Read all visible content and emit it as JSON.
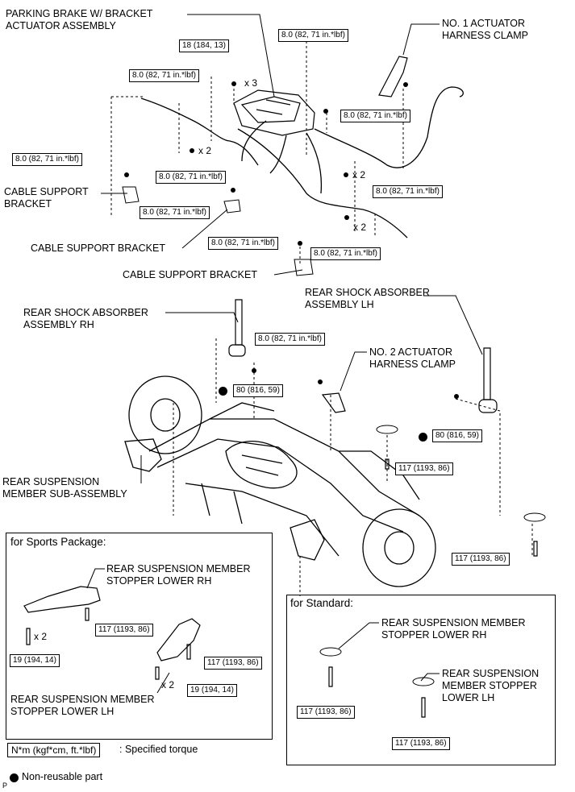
{
  "labels": {
    "parking_brake": [
      "PARKING BRAKE W/ BRACKET",
      "ACTUATOR ASSEMBLY"
    ],
    "no1_clamp": [
      "NO. 1 ACTUATOR",
      "HARNESS CLAMP"
    ],
    "cable_support_1": [
      "CABLE SUPPORT",
      "BRACKET"
    ],
    "cable_support_2": "CABLE SUPPORT BRACKET",
    "cable_support_3": "CABLE SUPPORT BRACKET",
    "shock_lh": [
      "REAR SHOCK ABSORBER",
      "ASSEMBLY LH"
    ],
    "shock_rh": [
      "REAR SHOCK ABSORBER",
      "ASSEMBLY RH"
    ],
    "no2_clamp": [
      "NO. 2 ACTUATOR",
      "HARNESS CLAMP"
    ],
    "suspension_member": [
      "REAR SUSPENSION",
      "MEMBER SUB-ASSEMBLY"
    ]
  },
  "torques": {
    "t18": "18 (184, 13)",
    "t8": "8.0 (82, 71 in.*lbf)",
    "t80": "80 (816, 59)",
    "t117": "117 (1193, 86)",
    "t19": "19 (194, 14)"
  },
  "multipliers": {
    "x2": "x 2",
    "x3": "x 3"
  },
  "sports": {
    "title": "for Sports Package:",
    "rh": [
      "REAR SUSPENSION MEMBER",
      "STOPPER LOWER RH"
    ],
    "lh": [
      "REAR SUSPENSION MEMBER",
      "STOPPER LOWER LH"
    ]
  },
  "standard": {
    "title": "for Standard:",
    "rh": [
      "REAR SUSPENSION MEMBER",
      "STOPPER LOWER RH"
    ],
    "lh": [
      "REAR SUSPENSION",
      "MEMBER STOPPER",
      "LOWER LH"
    ]
  },
  "legend": {
    "unit": "N*m (kgf*cm, ft.*lbf)",
    "unit_desc": ": Specified torque",
    "non_reusable": "Non-reusable part"
  },
  "corner_mark": "P"
}
